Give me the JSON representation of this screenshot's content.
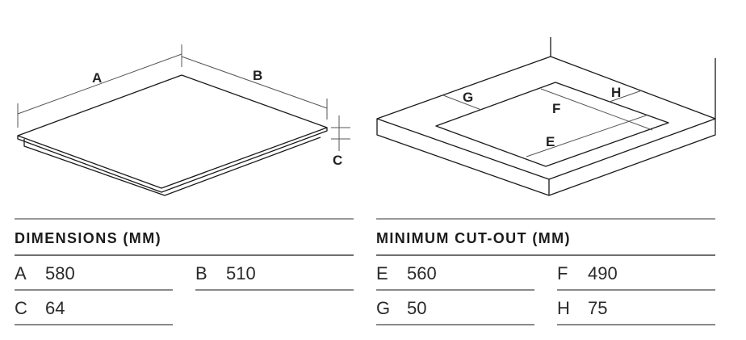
{
  "hob_diagram": {
    "labels": {
      "a": "A",
      "b": "B",
      "c": "C"
    }
  },
  "cutout_diagram": {
    "labels": {
      "e": "E",
      "f": "F",
      "g": "G",
      "h": "H"
    }
  },
  "dimensions": {
    "title": "DIMENSIONS (MM)",
    "rows": [
      {
        "key": "A",
        "value": "580"
      },
      {
        "key": "B",
        "value": "510"
      },
      {
        "key": "C",
        "value": "64"
      }
    ]
  },
  "cutout": {
    "title": "MINIMUM CUT-OUT (MM)",
    "rows": [
      {
        "key": "E",
        "value": "560"
      },
      {
        "key": "F",
        "value": "490"
      },
      {
        "key": "G",
        "value": "50"
      },
      {
        "key": "H",
        "value": "75"
      }
    ]
  }
}
